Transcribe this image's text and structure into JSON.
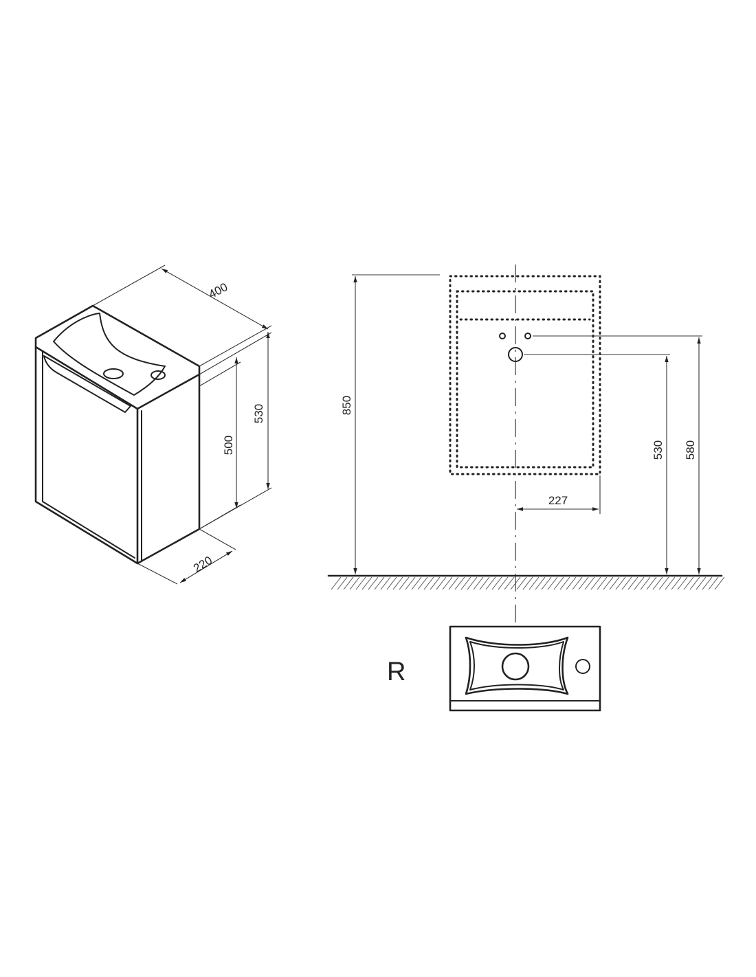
{
  "isometric_view": {
    "dimensions": {
      "width": "400",
      "height_total": "530",
      "height_cabinet": "500",
      "depth": "220"
    }
  },
  "front_view": {
    "dimensions": {
      "overall_height": "850",
      "drain_height": "530",
      "inlet_height": "580",
      "drain_offset": "227"
    }
  },
  "top_view": {
    "variant_label": "R"
  }
}
